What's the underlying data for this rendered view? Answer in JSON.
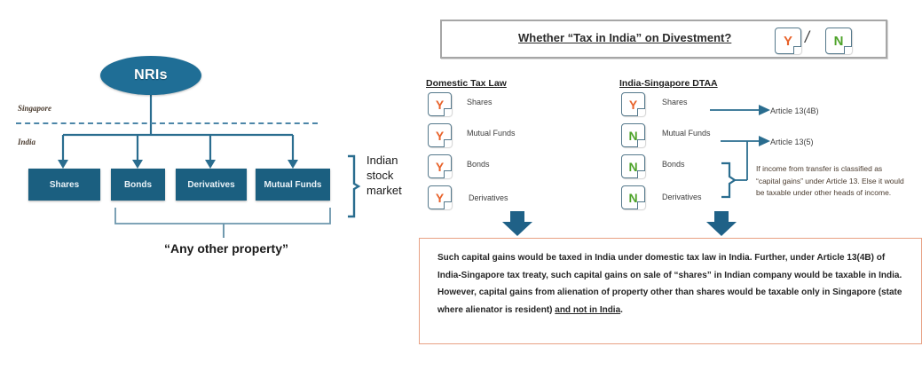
{
  "left_diagram": {
    "root_node": "NRIs",
    "jurisdiction_above": "Singapore",
    "jurisdiction_below": "India",
    "asset_boxes": [
      {
        "label": "Shares"
      },
      {
        "label": "Bonds"
      },
      {
        "label": "Derivatives"
      },
      {
        "label": "Mutual Funds"
      }
    ],
    "right_bracket_label": "Indian stock market",
    "bottom_bracket_label": "“Any other property”"
  },
  "header": {
    "question": "Whether “Tax in India” on Divestment?",
    "yes_token": "Y",
    "no_token": "N",
    "separator": "/"
  },
  "columns": [
    {
      "heading": "Domestic Tax  Law",
      "rows": [
        {
          "token": "Y",
          "label": "Shares"
        },
        {
          "token": "Y",
          "label": "Mutual Funds"
        },
        {
          "token": "Y",
          "label": "Bonds"
        },
        {
          "token": "Y",
          "label": "Derivatives"
        }
      ]
    },
    {
      "heading": "India-Singapore   DTAA",
      "rows": [
        {
          "token": "Y",
          "label": "Shares"
        },
        {
          "token": "N",
          "label": "Mutual Funds"
        },
        {
          "token": "N",
          "label": "Bonds"
        },
        {
          "token": "N",
          "label": "Derivatives"
        }
      ]
    }
  ],
  "articles": {
    "shares_article": "Article 13(4B)",
    "other_article": "Article 13(5)"
  },
  "side_note": "If income from transfer is classified as “capital gains” under Article 13. Else it would be taxable under other heads of income.",
  "conclusion": {
    "part_1": "Such capital gains would be taxed in India under domestic tax law in India. Further, under Article 13(4B) of India-Singapore tax treaty, such capital gains on sale of “shares” in Indian company would be taxable in India. However, capital gains from alienation of property other than shares would be taxable only in Singapore (state where alienator is resident) ",
    "part_2_underlined": "and not in India",
    "part_3": "."
  },
  "colors": {
    "node_fill": "#1f6e96",
    "box_fill": "#1b5f80",
    "connector": "#2a6d8f",
    "dashed_border": "#4c86a8",
    "yes_text": "#e8622a",
    "no_text": "#4ea32a",
    "conclusion_border": "#e8a184",
    "header_border": "#a6a6a6"
  }
}
